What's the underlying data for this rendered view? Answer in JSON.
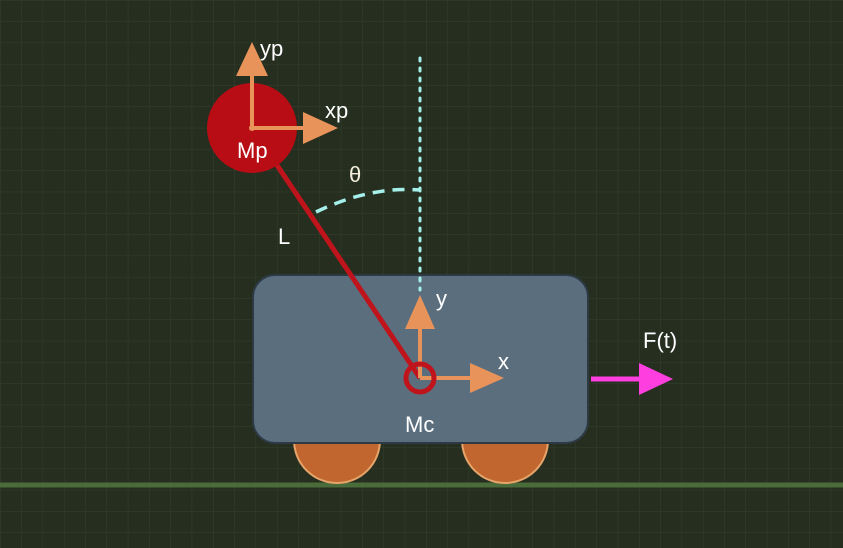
{
  "colors": {
    "background": "#252e1f",
    "grid": "#34402c",
    "ground": "#4a6b3a",
    "cart_body": "#5a6e7e",
    "cart_border": "#2d3945",
    "wheel": "#c0662e",
    "wheel_border": "#e7a46a",
    "rod": "#c0141c",
    "pendulum_mass": "#b80d15",
    "axis_arrow": "#e8935a",
    "force_arrow": "#ff3ee0",
    "angle_arc": "#a6f0ec",
    "vertical_line": "#a6f0ec"
  },
  "labels": {
    "pendulum_y_axis": "yp",
    "pendulum_x_axis": "xp",
    "pendulum_mass": "Mp",
    "angle": "θ",
    "rod_length": "L",
    "cart_y_axis": "y",
    "cart_x_axis": "x",
    "cart_mass": "Mc",
    "force": "F(t)"
  }
}
